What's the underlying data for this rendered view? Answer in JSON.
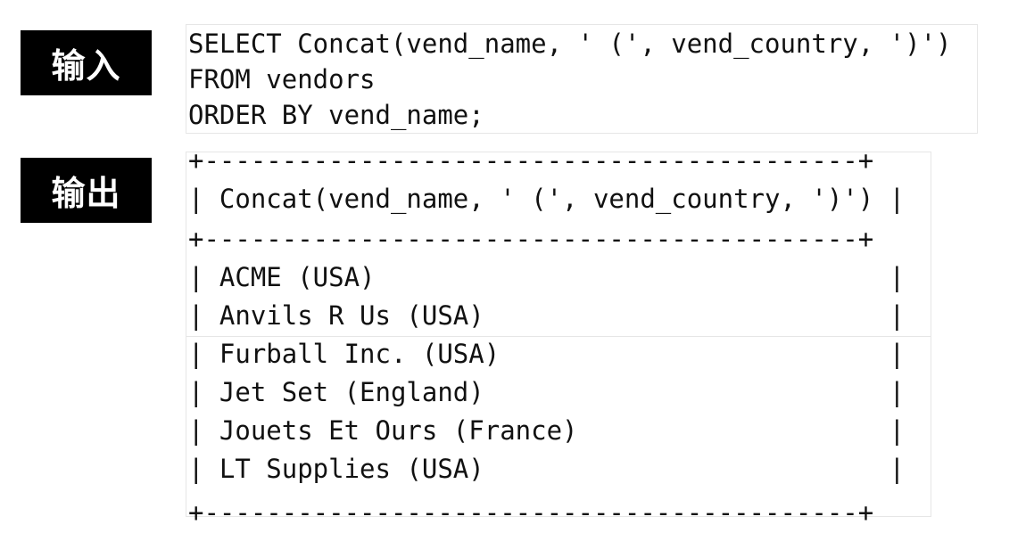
{
  "labels": {
    "input": "输入",
    "output": "输出"
  },
  "input_code": [
    "SELECT Concat(vend_name, ' (', vend_country, ')')",
    "FROM vendors",
    "ORDER BY vend_name;"
  ],
  "output_table": {
    "border_top": "+------------------------------------------+",
    "header": "| Concat(vend_name, ' (', vend_country, ')') |",
    "border_mid": "+------------------------------------------+",
    "rows": [
      "| ACME (USA)                                 |",
      "| Anvils R Us (USA)                          |",
      "| Furball Inc. (USA)                         |",
      "| Jet Set (England)                          |",
      "| Jouets Et Ours (France)                    |",
      "| LT Supplies (USA)                          |"
    ],
    "border_bottom": "+------------------------------------------+"
  }
}
